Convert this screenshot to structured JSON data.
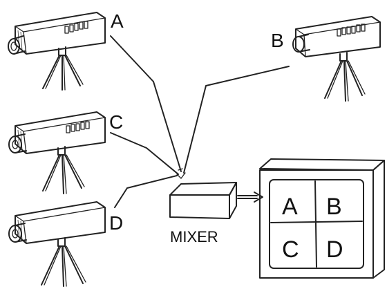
{
  "cameras": [
    {
      "id": "A",
      "label": "A"
    },
    {
      "id": "B",
      "label": "B"
    },
    {
      "id": "C",
      "label": "C"
    },
    {
      "id": "D",
      "label": "D"
    }
  ],
  "mixer": {
    "label": "MIXER"
  },
  "monitor": {
    "quadrants": [
      "A",
      "B",
      "C",
      "D"
    ]
  }
}
